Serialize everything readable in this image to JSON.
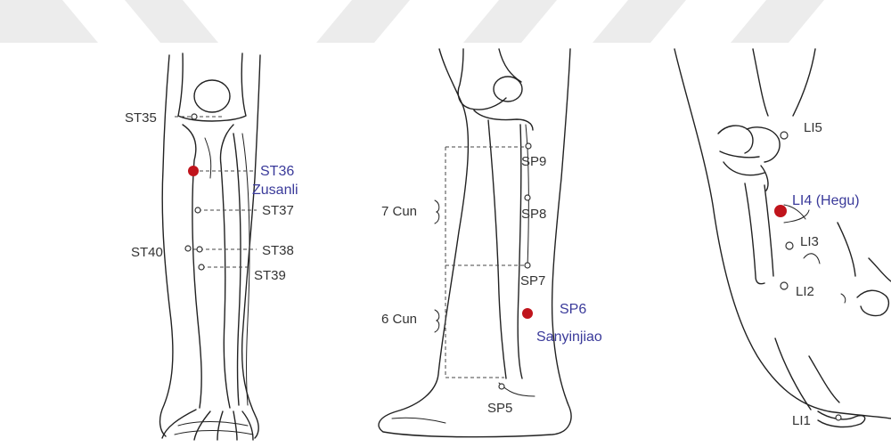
{
  "panel_leg_front": {
    "labels": {
      "st35": "ST35",
      "st36": "ST36",
      "st36_name": "Zusanli",
      "st37": "ST37",
      "st38": "ST38",
      "st39": "ST39",
      "st40": "ST40"
    }
  },
  "panel_leg_side": {
    "labels": {
      "sp9": "SP9",
      "sp8": "SP8",
      "sp7": "SP7",
      "sp6": "SP6",
      "sp6_name": "Sanyinjiao",
      "sp5": "SP5",
      "cun7": "7 Cun",
      "cun6": "6 Cun"
    }
  },
  "panel_hand": {
    "labels": {
      "li5": "LI5",
      "li4": "LI4 (Hegu)",
      "li3": "LI3",
      "li2": "LI2",
      "li1": "LI1"
    }
  },
  "colors": {
    "highlight_point": "#c0141c",
    "highlight_text": "#3a3a9a",
    "label_text": "#333333",
    "banner": "#ececec"
  }
}
